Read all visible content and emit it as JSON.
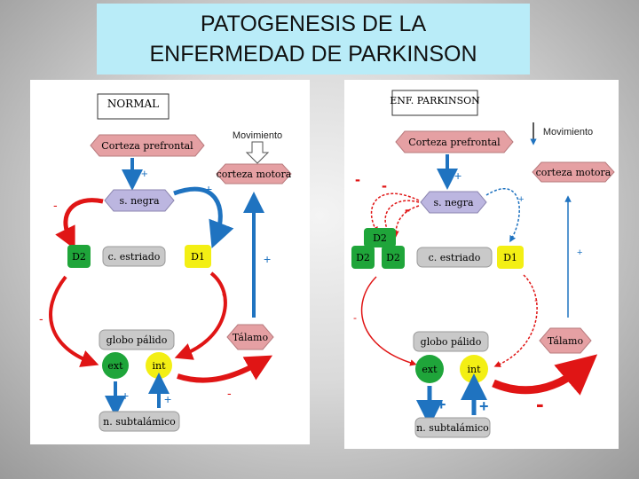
{
  "title": {
    "line1": "PATOGENESIS DE LA",
    "line2": "ENFERMEDAD DE PARKINSON"
  },
  "normal": {
    "header": "NORMAL",
    "movimiento": "Movimiento",
    "corteza_prefrontal": "Corteza prefrontal",
    "corteza_motora": "corteza motora",
    "s_negra": "s. negra",
    "d2": "D2",
    "c_estriado": "c. estriado",
    "d1": "D1",
    "globo_palido": "globo pálido",
    "ext": "ext",
    "int": "int",
    "talamo": "Tálamo",
    "n_subtalamico": "n. subtalámico",
    "plus": "+",
    "minus": "-"
  },
  "parkinson": {
    "header": "ENF. PARKINSON",
    "movimiento": "Movimiento",
    "corteza_prefrontal": "Corteza prefrontal",
    "corteza_motora": "corteza motora",
    "s_negra": "s. negra",
    "d2_top": "D2",
    "d2_a": "D2",
    "d2_b": "D2",
    "c_estriado": "c. estriado",
    "d1": "D1",
    "globo_palido": "globo pálido",
    "ext": "ext",
    "int": "int",
    "talamo": "Tálamo",
    "n_subtalamico": "n. subtalámico",
    "plus": "+",
    "minus": "-"
  },
  "colors": {
    "title_bg": "#b9ecf8",
    "blue_arrow": "#1f73c0",
    "red_arrow": "#e01515",
    "pink_node": "#e5a0a3",
    "lavender_node": "#bcb6e0",
    "gray_node": "#c9c9c9",
    "green_node": "#1fa53a",
    "yellow_node": "#f3ef14"
  }
}
